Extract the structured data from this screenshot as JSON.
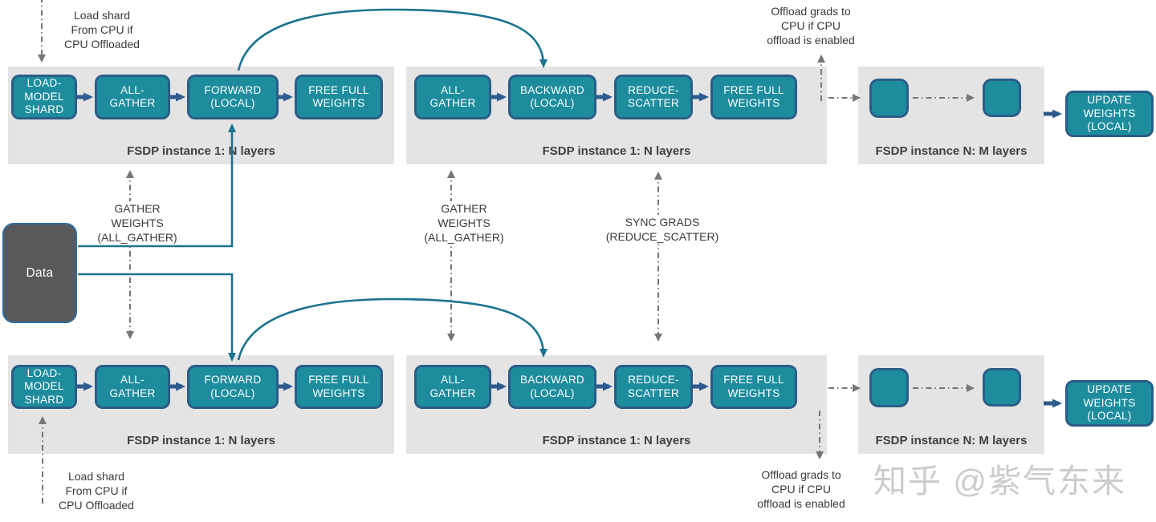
{
  "colors": {
    "teal_fill": "#1d8d9e",
    "box_border": "#2b5d87",
    "navy_arrow": "#2d5b8e",
    "teal_line": "#1b7390",
    "panel_bg": "#e4e4e4",
    "dash_gray": "#767676",
    "data_fill": "#595959",
    "data_border": "#2d6da3",
    "caption_color": "#404040",
    "text_color": "#3a3a3a",
    "watermark_color": "#cccccc"
  },
  "data_box": {
    "label": "Data"
  },
  "annotations": {
    "load_shard_top": "Load shard\nFrom CPU if\nCPU Offloaded",
    "load_shard_bottom": "Load shard\nFrom CPU if\nCPU Offloaded",
    "gather_weights_left": "GATHER\nWEIGHTS\n(ALL_GATHER)",
    "gather_weights_mid": "GATHER\nWEIGHTS\n(ALL_GATHER)",
    "sync_grads": "SYNC GRADS\n(REDUCE_SCATTER)",
    "offload_grads_top": "Offload grads to\nCPU if CPU\noffload is enabled",
    "offload_grads_bottom": "Offload grads to\nCPU if CPU\noffload is enabled"
  },
  "rows": [
    {
      "forward_panel": {
        "caption": "FSDP instance 1: N layers",
        "boxes": [
          "LOAD-\nMODEL\nSHARD",
          "ALL-\nGATHER",
          "FORWARD\n(LOCAL)",
          "FREE FULL\nWEIGHTS"
        ]
      },
      "backward_panel": {
        "caption": "FSDP instance 1: N layers",
        "boxes": [
          "ALL-\nGATHER",
          "BACKWARD\n(LOCAL)",
          "REDUCE-\nSCATTER",
          "FREE FULL\nWEIGHTS"
        ]
      },
      "last_panel": {
        "caption": "FSDP instance N: M layers"
      },
      "update_box": "UPDATE\nWEIGHTS\n(LOCAL)"
    },
    {
      "forward_panel": {
        "caption": "FSDP instance 1: N layers",
        "boxes": [
          "LOAD-\nMODEL\nSHARD",
          "ALL-\nGATHER",
          "FORWARD\n(LOCAL)",
          "FREE FULL\nWEIGHTS"
        ]
      },
      "backward_panel": {
        "caption": "FSDP instance 1: N layers",
        "boxes": [
          "ALL-\nGATHER",
          "BACKWARD\n(LOCAL)",
          "REDUCE-\nSCATTER",
          "FREE FULL\nWEIGHTS"
        ]
      },
      "last_panel": {
        "caption": "FSDP instance N: M layers"
      },
      "update_box": "UPDATE\nWEIGHTS\n(LOCAL)"
    }
  ],
  "watermark": "知乎 @紫气东来"
}
